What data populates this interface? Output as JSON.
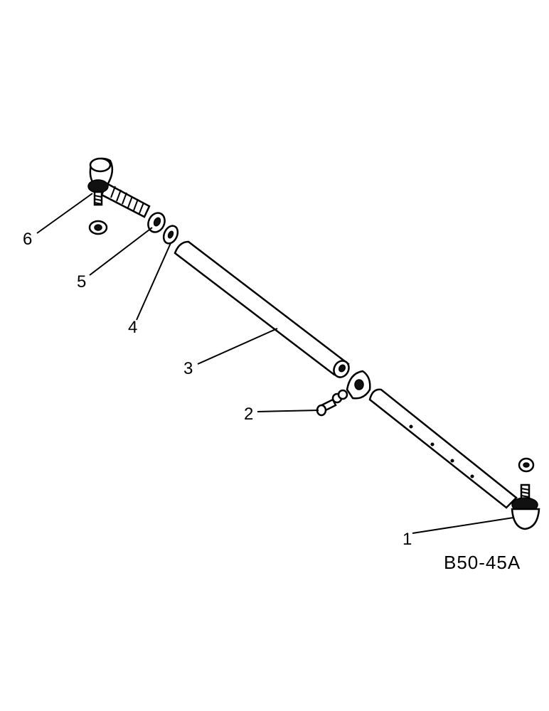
{
  "diagram": {
    "callouts": [
      {
        "id": "1",
        "text": "1"
      },
      {
        "id": "2",
        "text": "2"
      },
      {
        "id": "3",
        "text": "3"
      },
      {
        "id": "4",
        "text": "4"
      },
      {
        "id": "5",
        "text": "5"
      },
      {
        "id": "6",
        "text": "6"
      }
    ],
    "figure_code": "B50-45A"
  }
}
